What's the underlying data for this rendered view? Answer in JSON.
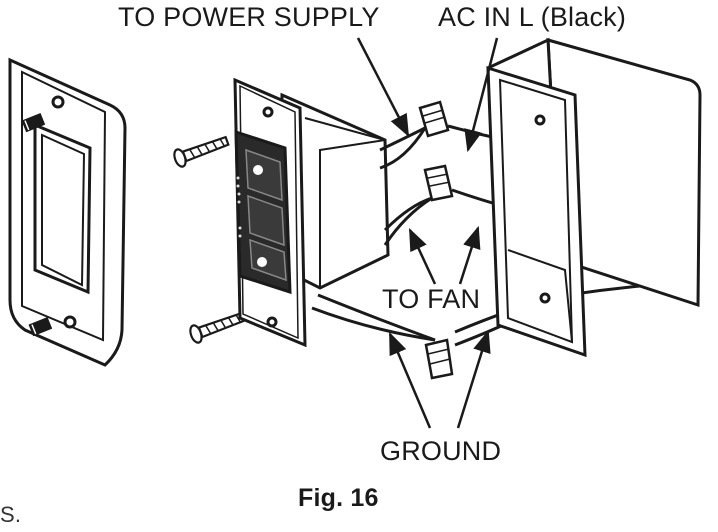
{
  "labels": {
    "power_supply": "TO POWER SUPPLY",
    "ac_in": "AC IN L (Black)",
    "to_fan": "TO FAN",
    "ground": "GROUND"
  },
  "caption": "Fig. 16",
  "edge_fragment": "S."
}
